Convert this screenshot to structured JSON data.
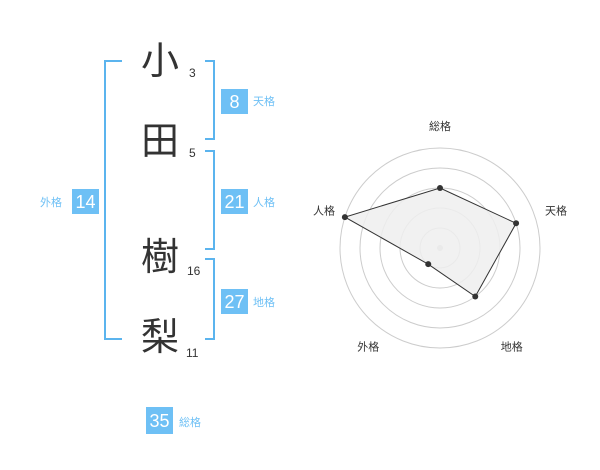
{
  "name": {
    "chars": [
      {
        "char": "小",
        "strokes": "3"
      },
      {
        "char": "田",
        "strokes": "5"
      },
      {
        "char": "樹",
        "strokes": "16"
      },
      {
        "char": "梨",
        "strokes": "11"
      }
    ]
  },
  "fortune": {
    "tenkaku": {
      "value": "8",
      "label": "天格"
    },
    "jinkaku": {
      "value": "21",
      "label": "人格"
    },
    "chikaku": {
      "value": "27",
      "label": "地格"
    },
    "gaikaku": {
      "value": "14",
      "label": "外格"
    },
    "soukaku": {
      "value": "35",
      "label": "総格"
    }
  },
  "chart_data": {
    "type": "radar",
    "axes": [
      "総格",
      "天格",
      "地格",
      "外格",
      "人格"
    ],
    "values": [
      3,
      4,
      3,
      1,
      5
    ],
    "max": 5,
    "rings": 5,
    "colors": {
      "fill": "#eeeeee",
      "line": "#333333",
      "ring": "#cccccc",
      "point": "#333333",
      "center": "#cccccc"
    }
  },
  "colors": {
    "accent": "#6ec0f5",
    "bracket": "#5bb4ee"
  }
}
